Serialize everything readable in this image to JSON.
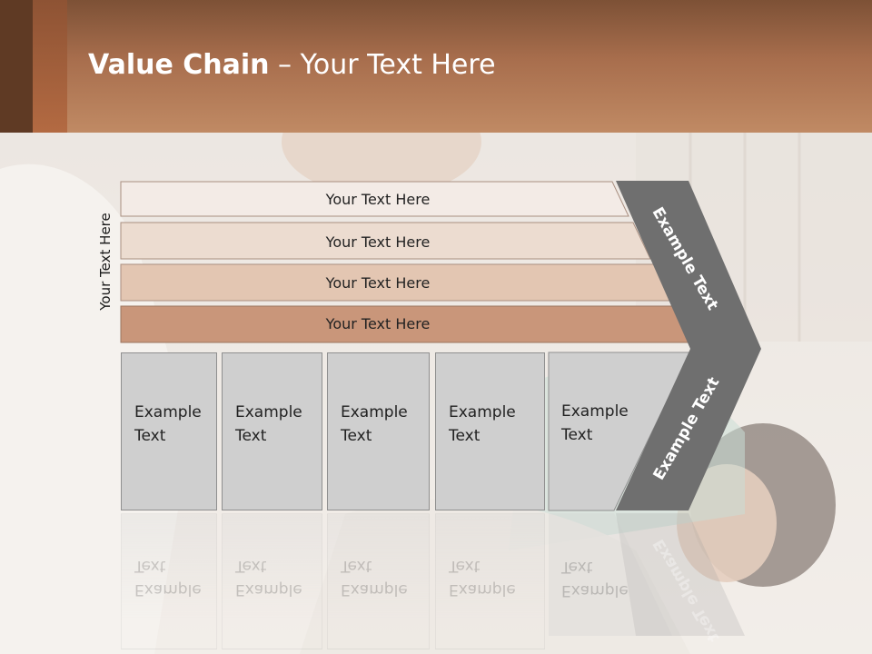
{
  "title": {
    "bold": "Value Chain",
    "rest": " – Your Text Here"
  },
  "side_label": "Your Text Here",
  "rows": [
    {
      "label": "Your Text Here",
      "fill": "#f3ebe6"
    },
    {
      "label": "Your Text Here",
      "fill": "#ecdcd0"
    },
    {
      "label": "Your Text Here",
      "fill": "#e3c6b2"
    },
    {
      "label": "Your Text Here",
      "fill": "#c9967a"
    }
  ],
  "columns": [
    {
      "line1": "Example",
      "line2": "Text"
    },
    {
      "line1": "Example",
      "line2": "Text"
    },
    {
      "line1": "Example",
      "line2": "Text"
    },
    {
      "line1": "Example",
      "line2": "Text"
    },
    {
      "line1": "Example",
      "line2": "Text"
    }
  ],
  "chevron": {
    "top_label": "Example Text",
    "bottom_label": "Example Text",
    "fill": "#6f6f6f"
  },
  "colors": {
    "header_dark": "#7d5136",
    "header_light": "#c08a64",
    "column_fill": "#cfcfcf"
  }
}
